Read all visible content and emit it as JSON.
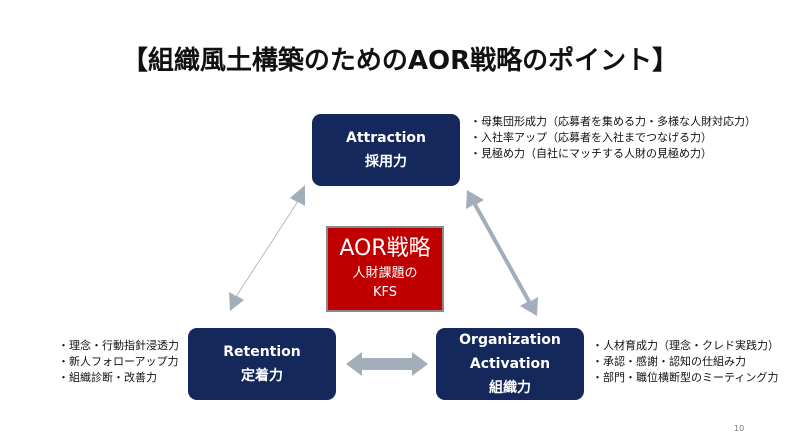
{
  "title": "【組織風土構築のためのAOR戦略のポイント】",
  "attraction": {
    "name": "Attraction",
    "label": "採用力",
    "notes": [
      "・母集団形成力（応募者を集める力・多様な人財対応力）",
      "・入社率アップ（応募者を入社までつなげる力）",
      "・見極め力（自社にマッチする人財の見極め力）"
    ]
  },
  "retention": {
    "name": "Retention",
    "label": "定着力",
    "notes": [
      "・理念・行動指針浸透力",
      "・新人フォローアップ力",
      "・組織診断・改善力"
    ]
  },
  "organization": {
    "name_line1": "Organization",
    "name_line2": "Activation",
    "label": "組織力",
    "notes": [
      "・人材育成力（理念・クレド実践力）",
      "・承認・感謝・認知の仕組み力",
      "・部門・職位横断型のミーティング力"
    ]
  },
  "center": {
    "title": "AOR戦略",
    "line1": "人財課題の",
    "line2": "KFS"
  },
  "page_number": "10",
  "colors": {
    "box": "#14285c",
    "center": "#c00000",
    "arrow": "#a3aebb"
  }
}
